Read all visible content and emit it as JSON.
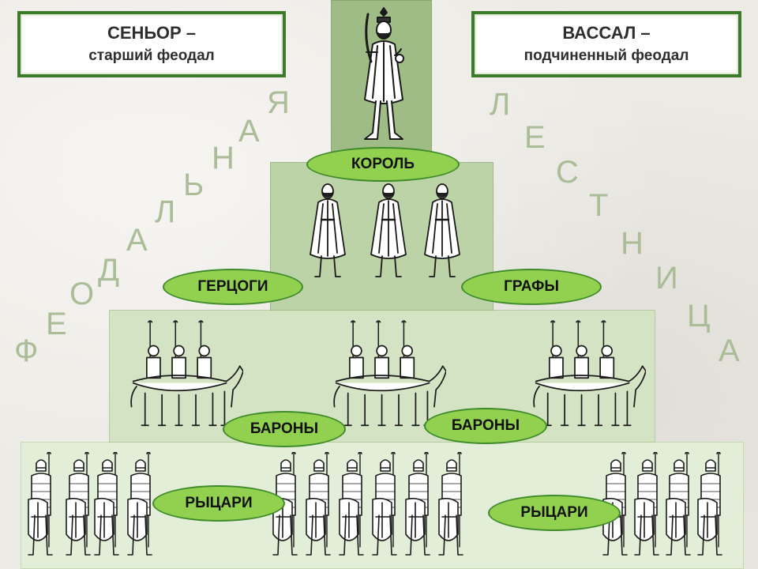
{
  "definitions": {
    "senior": {
      "title": "СЕНЬОР –",
      "subtitle": "старший феодал"
    },
    "vassal": {
      "title": "ВАССАЛ –",
      "subtitle": "подчиненный феодал"
    }
  },
  "arc_words": {
    "left": [
      "Ф",
      "Е",
      "О",
      "Д",
      "А",
      "Л",
      "Ь",
      "Н",
      "А",
      "Я"
    ],
    "right": [
      "Л",
      "Е",
      "С",
      "Т",
      "Н",
      "И",
      "Ц",
      "А"
    ]
  },
  "tiers": {
    "king": {
      "label": "КОРОЛЬ"
    },
    "dukes": {
      "label": "ГЕРЦОГИ"
    },
    "counts": {
      "label": "ГРАФЫ"
    },
    "barons_left": {
      "label": "БАРОНЫ"
    },
    "barons_right": {
      "label": "БАРОНЫ"
    },
    "knights_left": {
      "label": "РЫЦАРИ"
    },
    "knights_right": {
      "label": "РЫЦАРИ"
    }
  },
  "colors": {
    "frame_green": "#3e7a2c",
    "label_green": "#92d050",
    "arc_letters": "#aabd98"
  }
}
